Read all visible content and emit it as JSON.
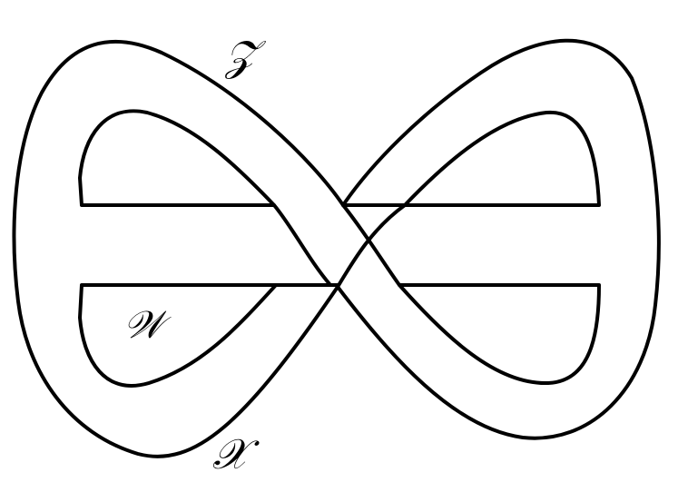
{
  "diagram": {
    "labels": {
      "z": "𝒵",
      "w": "𝒲",
      "x": "𝒳"
    },
    "colors": {
      "stroke": "#000000",
      "background": "#ffffff"
    }
  }
}
